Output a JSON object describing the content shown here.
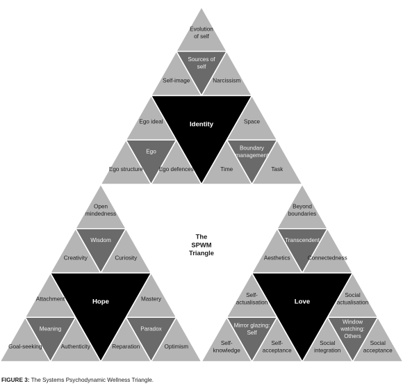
{
  "center_label": [
    "The",
    "SPWM",
    "Triangle"
  ],
  "caption": {
    "figure_label": "FIGURE 3:",
    "text": "The Systems Psychodynamic Wellness Triangle."
  },
  "colors": {
    "light": "#b5b5b5",
    "mid": "#6a6a6a",
    "black": "#000000",
    "line": "#ffffff"
  },
  "top": {
    "hub": "Identity",
    "up_top_lines": [
      "Evolution",
      "of self"
    ],
    "center_lines": [
      "Sources of",
      "self"
    ],
    "up_bl": "Self-image",
    "up_br": "Narcissism",
    "left_top": "Ego ideal",
    "left_center": "Ego",
    "left_bl": "Ego structure",
    "left_br": "Ego defences",
    "right_top": "Space",
    "right_center_lines": [
      "Boundary",
      "management"
    ],
    "right_bl": "Time",
    "right_br": "Task"
  },
  "left": {
    "hub": "Hope",
    "up_top_lines": [
      "Open",
      "mindedness"
    ],
    "center_lines": [
      "Wisdom"
    ],
    "up_bl": "Creativity",
    "up_br": "Curiosity",
    "left_top": "Attachment",
    "left_center": "Meaning",
    "left_bl": "Goal-seeking",
    "left_br": "Authenticity",
    "right_top": "Mastery",
    "right_center_lines": [
      "Paradox"
    ],
    "right_bl": "Reparation",
    "right_br": "Optimism"
  },
  "right": {
    "hub": "Love",
    "up_top_lines": [
      "Beyond",
      "boundaries"
    ],
    "center_lines": [
      "Transcendent"
    ],
    "up_bl": "Aesthetics",
    "up_br": "Connectedness",
    "left_top_lines": [
      "Self-",
      "actualisation"
    ],
    "left_center_lines": [
      "Mirror glazing:",
      "Self"
    ],
    "left_bl_lines": [
      "Self-",
      "knowledge"
    ],
    "left_br_lines": [
      "Self-",
      "acceptance"
    ],
    "right_top_lines": [
      "Social",
      "actualisation"
    ],
    "right_center_lines": [
      "Window",
      "watching:",
      "Others"
    ],
    "right_bl_lines": [
      "Social",
      "integration"
    ],
    "right_br_lines": [
      "Social",
      "acceptance"
    ]
  }
}
